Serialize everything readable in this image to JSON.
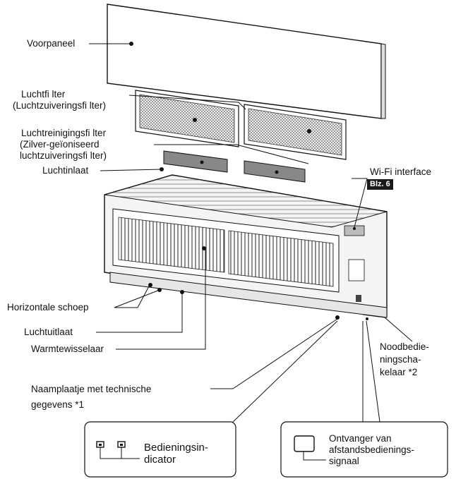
{
  "labels": {
    "front_panel": "Voorpaneel",
    "air_filter_1": "Luchtfi lter",
    "air_filter_2": "(Luchtzuiveringsfi lter)",
    "cleaning_filter_1": "Luchtreinigingsfi lter",
    "cleaning_filter_2": "(Zilver-geïoniseerd",
    "cleaning_filter_3": "luchtzuiveringsfi lter)",
    "air_inlet": "Luchtinlaat",
    "wifi_interface": "Wi-Fi interface",
    "wifi_page": "Blz. 6",
    "horizontal_vane": "Horizontale schoep",
    "air_outlet": "Luchtuitlaat",
    "heat_exchanger": "Warmtewisselaar",
    "emergency_1": "Noodbedie-",
    "emergency_2": "ningscha-",
    "emergency_3": "kelaar *2",
    "nameplate_1": "Naamplaatje met technische",
    "nameplate_2": "gegevens *1",
    "operation_1": "Bedieningsin-",
    "operation_2": "dicator",
    "receiver_1": "Ontvanger van",
    "receiver_2": "afstandsbedienings-",
    "receiver_3": "signaal"
  },
  "colors": {
    "line": "#111111",
    "unit_fill": "#f4f4f4",
    "badge_bg": "#1a1a1a"
  }
}
